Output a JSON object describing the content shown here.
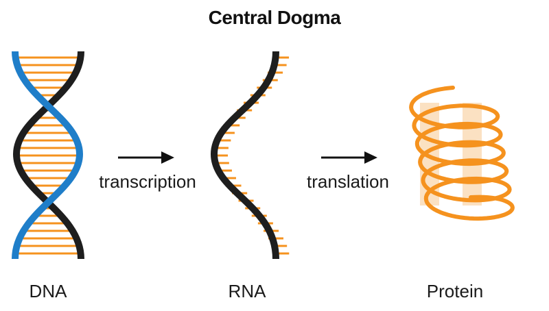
{
  "title": "Central Dogma",
  "stages": {
    "dna": "DNA",
    "rna": "RNA",
    "protein": "Protein"
  },
  "processes": {
    "transcription": "transcription",
    "translation": "translation"
  },
  "colors": {
    "dna_strand_primary": "#1e1e1e",
    "dna_strand_secondary": "#1f7ec9",
    "base_pairs": "#f5921e",
    "protein_helix": "#f5921e",
    "protein_backdrop": "#fbe1c2",
    "arrow": "#111111"
  },
  "icons": {
    "dna": "double-helix-icon",
    "rna": "single-strand-icon",
    "protein": "alpha-helix-icon",
    "arrow": "right-arrow-icon"
  }
}
